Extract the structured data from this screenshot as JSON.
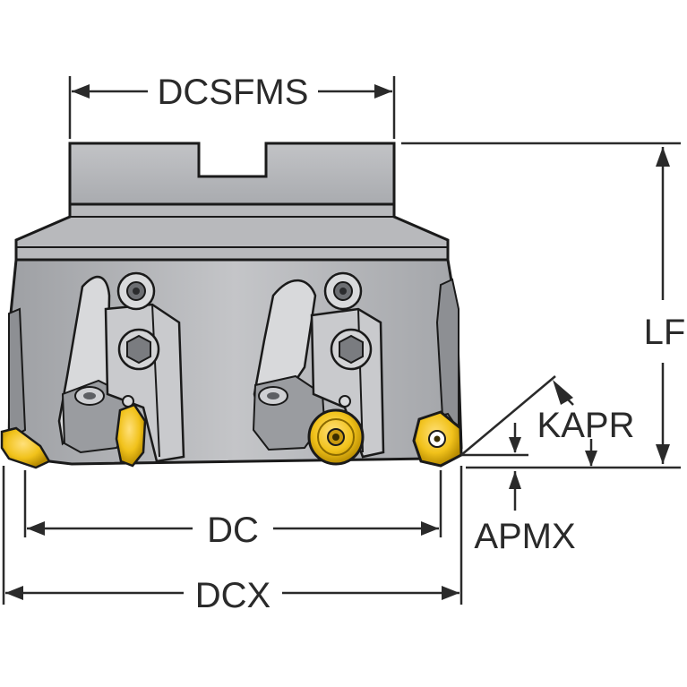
{
  "figure": {
    "kind": "face milling cutter dimension drawing",
    "colors": {
      "body_fill": "#b9babd",
      "body_light": "#d3d4d6",
      "body_dark": "#8d8f93",
      "outline": "#1a1a1a",
      "insert_fill": "#f1c21b",
      "insert_dark": "#b78b00",
      "dimension_line": "#2a2a2a",
      "background": "#ffffff"
    }
  },
  "labels": {
    "dcsfms": "DCSFMS",
    "lf": "LF",
    "kapr": "KAPR",
    "dc": "DC",
    "apmx": "APMX",
    "dcx": "DCX"
  }
}
